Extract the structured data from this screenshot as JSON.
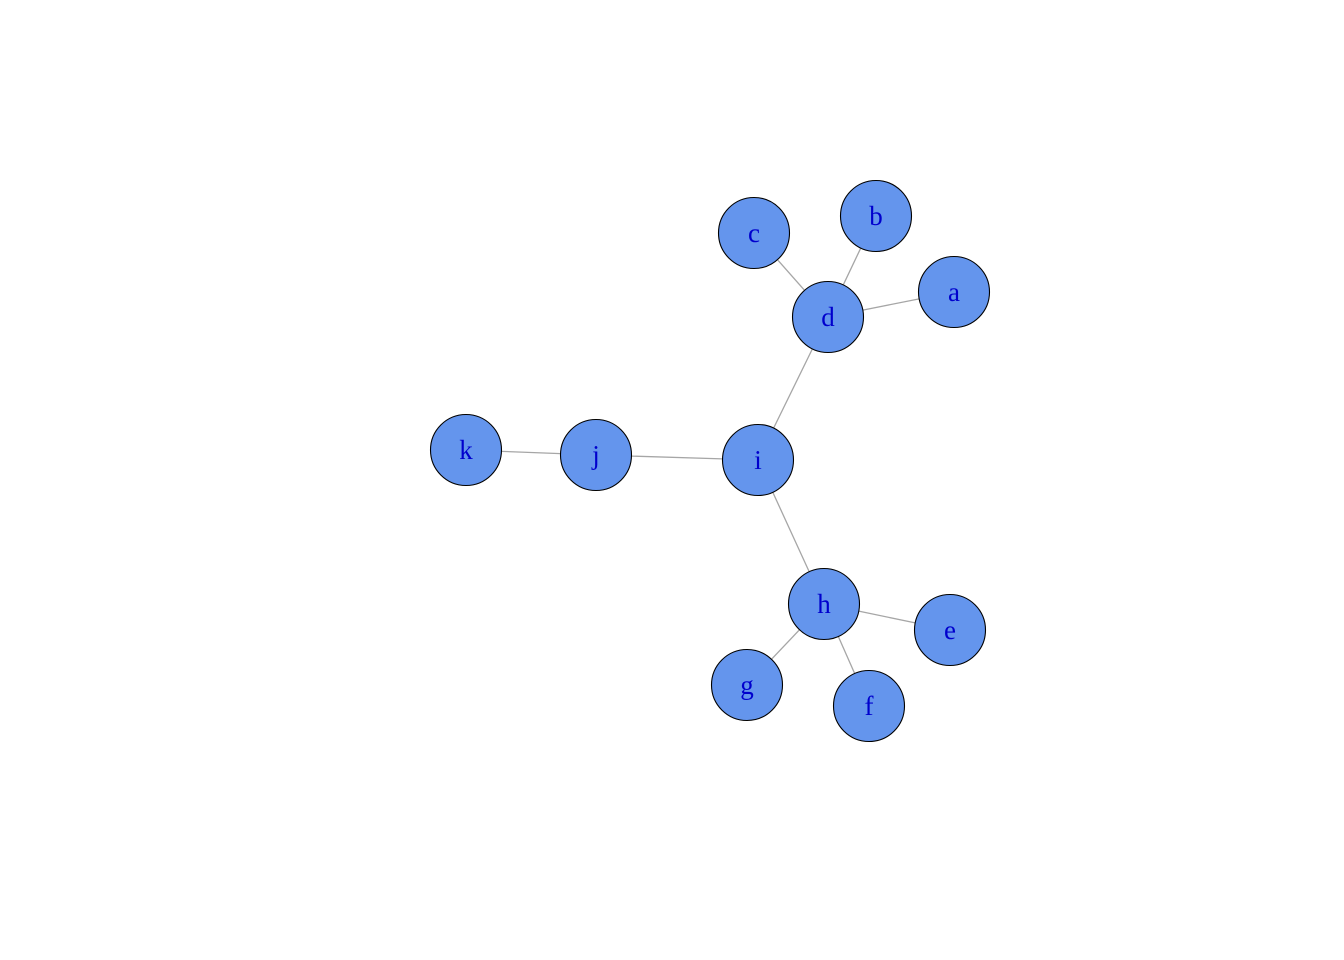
{
  "graph": {
    "node_fill": "#6495ED",
    "node_stroke": "#000000",
    "label_color": "#0000CD",
    "edge_color": "#A6A6A6",
    "nodes": [
      {
        "id": "a",
        "label": "a"
      },
      {
        "id": "b",
        "label": "b"
      },
      {
        "id": "c",
        "label": "c"
      },
      {
        "id": "d",
        "label": "d"
      },
      {
        "id": "e",
        "label": "e"
      },
      {
        "id": "f",
        "label": "f"
      },
      {
        "id": "g",
        "label": "g"
      },
      {
        "id": "h",
        "label": "h"
      },
      {
        "id": "i",
        "label": "i"
      },
      {
        "id": "j",
        "label": "j"
      },
      {
        "id": "k",
        "label": "k"
      }
    ],
    "edges": [
      [
        "d",
        "a"
      ],
      [
        "d",
        "b"
      ],
      [
        "d",
        "c"
      ],
      [
        "i",
        "d"
      ],
      [
        "h",
        "e"
      ],
      [
        "h",
        "f"
      ],
      [
        "h",
        "g"
      ],
      [
        "i",
        "h"
      ],
      [
        "j",
        "i"
      ],
      [
        "k",
        "j"
      ]
    ]
  }
}
